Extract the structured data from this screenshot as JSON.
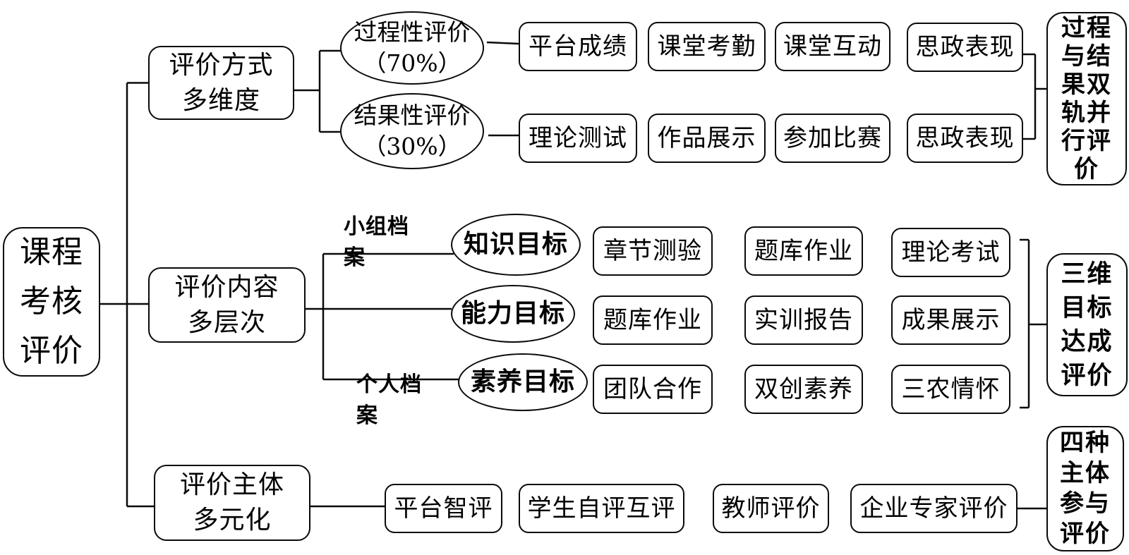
{
  "root": {
    "label": "课程\n考核\n评价"
  },
  "method_branch": {
    "label": "评价方式\n多维度",
    "process": {
      "label": "过程性评价\n（70%）",
      "items": [
        "平台成绩",
        "课堂考勤",
        "课堂互动",
        "思政表现"
      ]
    },
    "result": {
      "label": "结果性评价\n（30%）",
      "items": [
        "理论测试",
        "作品展示",
        "参加比赛",
        "思政表现"
      ]
    },
    "note": {
      "label": "过程\n与结\n果双\n轨并\n行评\n价"
    }
  },
  "content_branch": {
    "label": "评价内容\n多层次",
    "group_tag": "小组档案",
    "personal_tag": "个人档案",
    "goals": [
      {
        "label": "知识目标",
        "items": [
          "章节测验",
          "题库作业",
          "理论考试"
        ]
      },
      {
        "label": "能力目标",
        "items": [
          "题库作业",
          "实训报告",
          "成果展示"
        ]
      },
      {
        "label": "素养目标",
        "items": [
          "团队合作",
          "双创素养",
          "三农情怀"
        ]
      }
    ],
    "note": {
      "label": "三维\n目标\n达成\n评价"
    }
  },
  "subject_branch": {
    "label": "评价主体\n多元化",
    "items": [
      "平台智评",
      "学生自评互评",
      "教师评价",
      "企业专家评价"
    ],
    "note": {
      "label": "四种\n主体\n参与\n评价"
    }
  }
}
